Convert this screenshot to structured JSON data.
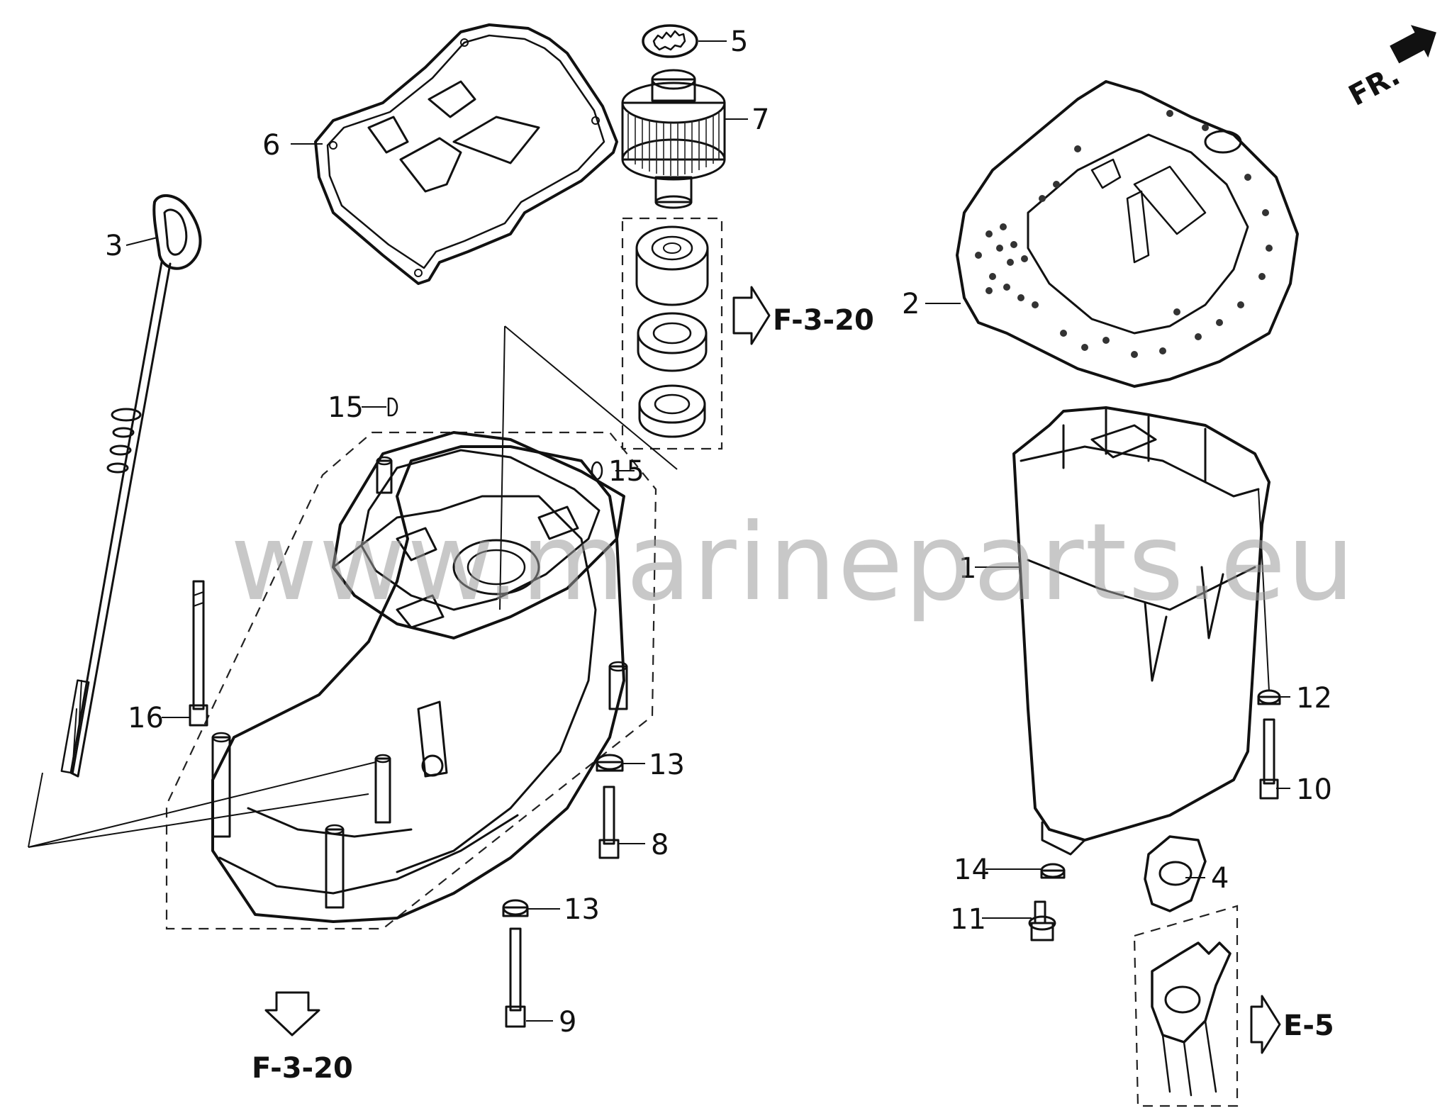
{
  "watermark": "www.marineparts.eu",
  "front_marker": "FR.",
  "references": {
    "gear_group": "F-3-20",
    "lower_group": "F-3-20",
    "bracket_group": "E-5"
  },
  "callouts": {
    "p1": "1",
    "p2": "2",
    "p3": "3",
    "p4": "4",
    "p5": "5",
    "p6": "6",
    "p7": "7",
    "p8": "8",
    "p9": "9",
    "p10": "10",
    "p11": "11",
    "p12": "12",
    "p13a": "13",
    "p13b": "13",
    "p14": "14",
    "p15a": "15",
    "p15b": "15",
    "p16": "16"
  }
}
